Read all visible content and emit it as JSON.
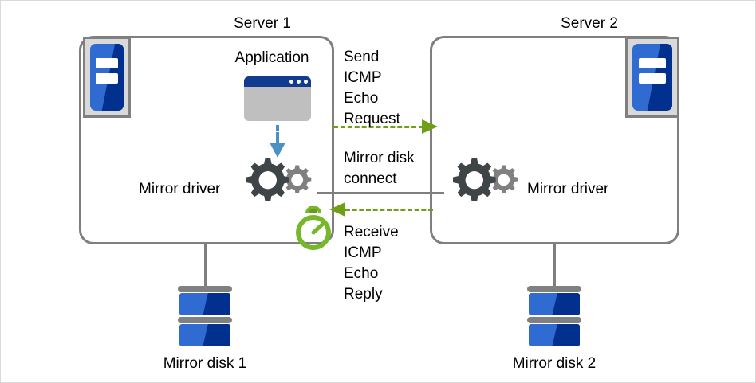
{
  "diagram": {
    "title_server1": "Server 1",
    "title_server2": "Server 2",
    "application_label": "Application",
    "mirror_driver_left_label": "Mirror driver",
    "mirror_driver_right_label": "Mirror driver",
    "mirror_disk1_label": "Mirror disk 1",
    "mirror_disk2_label": "Mirror disk 2",
    "send_request_label": "Send\nICMP\nEcho\nRequest",
    "mirror_disk_connect_label": "Mirror disk\nconnect",
    "receive_reply_label": "Receive\nICMP\nEcho\nReply",
    "icons": {
      "server1": "server-icon",
      "server2": "server-icon",
      "application": "application-window-icon",
      "mirror_driver_left": "gears-icon",
      "mirror_driver_right": "gears-icon",
      "disk1": "disk-stack-icon",
      "disk2": "disk-stack-icon",
      "timer": "stopwatch-icon",
      "app_to_driver": "blue-dashed-down-arrow-icon",
      "send_arrow": "green-dashed-right-arrow-icon",
      "receive_arrow": "green-dashed-left-arrow-icon"
    },
    "colors": {
      "box_border": "#7f7f7f",
      "green_arrow": "#6f9f16",
      "stopwatch": "#76b82a",
      "blue_arrow": "#4a90c4",
      "icon_blue": "#2f6bd0",
      "icon_blue_dark": "#01308f",
      "gear_dark": "#3f4447",
      "gear_light": "#808080",
      "page_border": "#d9d9d9"
    }
  }
}
